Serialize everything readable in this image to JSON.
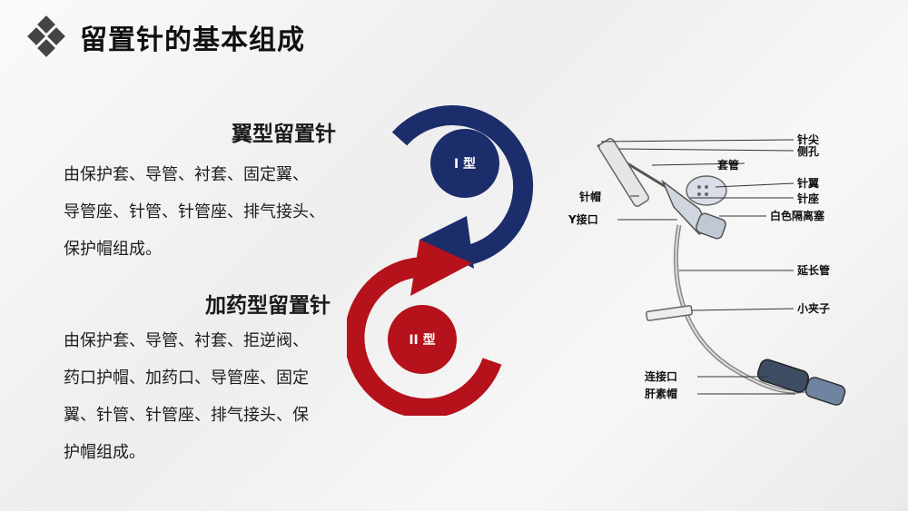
{
  "page": {
    "title": "留置针的基本组成"
  },
  "type1": {
    "title": "翼型留置针",
    "desc_lines": [
      "由保护套、导管、衬套、固定翼、",
      "导管座、针管、针管座、排气接头、",
      "保护帽组成。"
    ],
    "badge": "I 型",
    "color": "#1c2d6b"
  },
  "type2": {
    "title": "加药型留置针",
    "desc_lines": [
      "由保护套、导管、衬套、拒逆阀、",
      "药口护帽、加药口、导管座、固定",
      "翼、针管、针管座、排气接头、保",
      "护帽组成。"
    ],
    "badge": "II 型",
    "color": "#b5121b"
  },
  "diagram": {
    "labels": {
      "tip": "针尖",
      "side_hole": "侧孔",
      "sheath": "套管",
      "cap": "针帽",
      "wing": "针翼",
      "seat": "针座",
      "y_port": "Y接口",
      "septum": "白色隔离塞",
      "extension": "延长管",
      "clamp": "小夹子",
      "connector": "连接口",
      "heparin_cap": "肝素帽"
    }
  }
}
